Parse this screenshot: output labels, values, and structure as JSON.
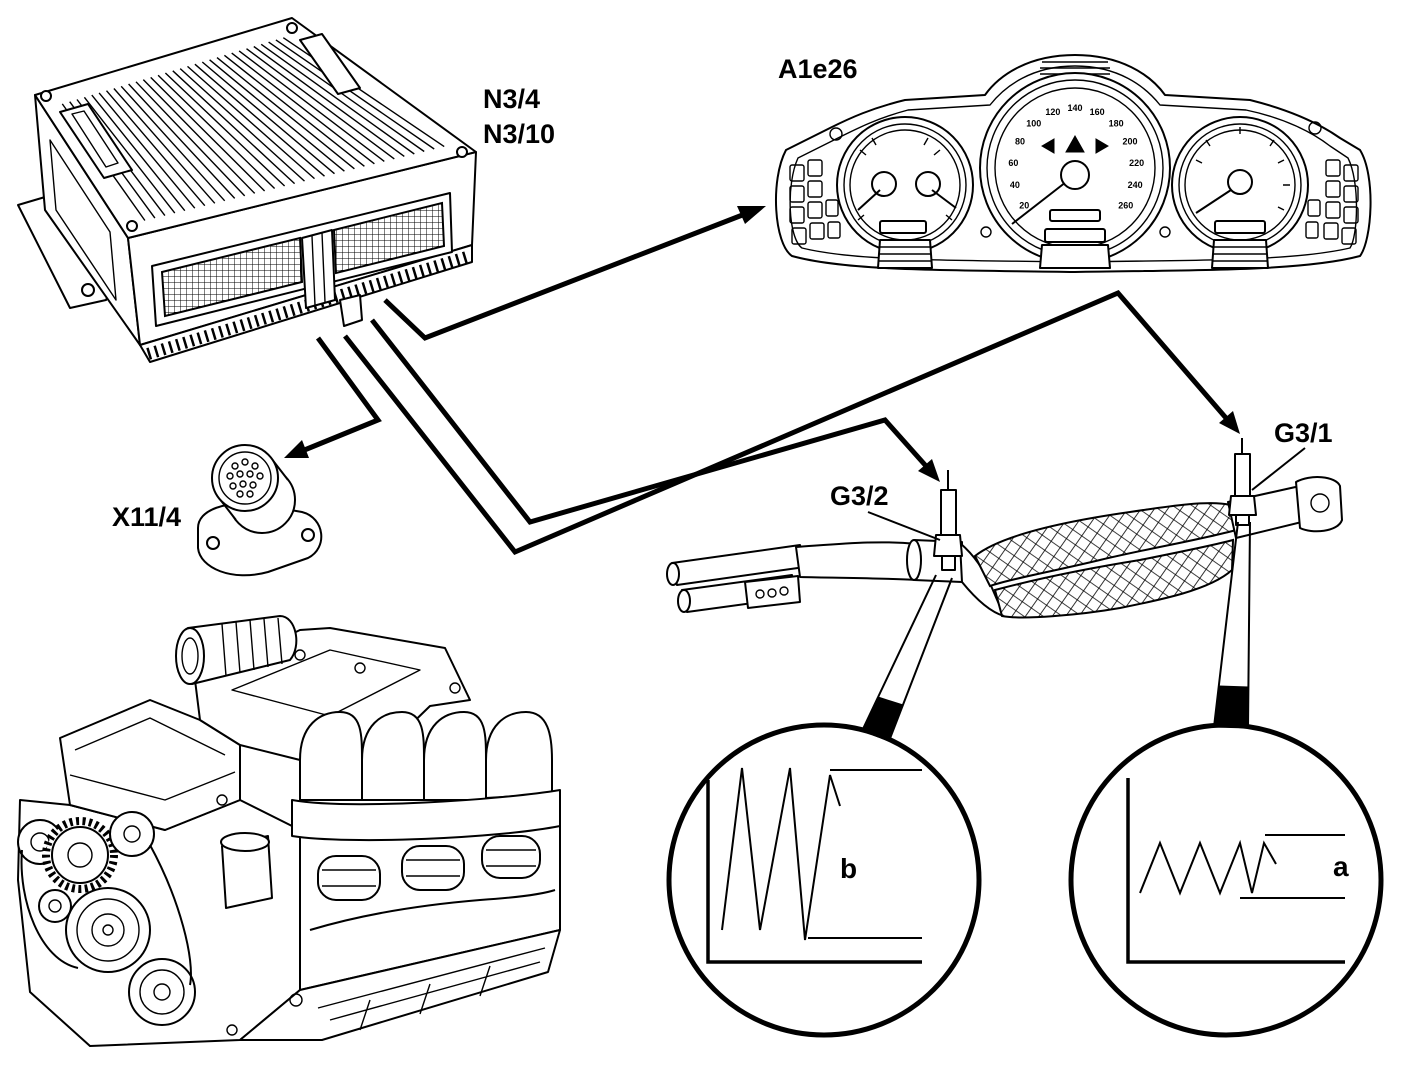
{
  "labels": {
    "n3_4": "N3/4",
    "n3_10": "N3/10",
    "a1e26": "A1e26",
    "x11_4": "X11/4",
    "g3_2": "G3/2",
    "g3_1": "G3/1",
    "signal_b": "b",
    "signal_a": "a"
  },
  "speedometer": {
    "scale": [
      "20",
      "40",
      "60",
      "80",
      "100",
      "120",
      "140",
      "160",
      "180",
      "200",
      "220",
      "240",
      "260"
    ]
  },
  "colors": {
    "line": "#000000",
    "background": "#ffffff"
  }
}
